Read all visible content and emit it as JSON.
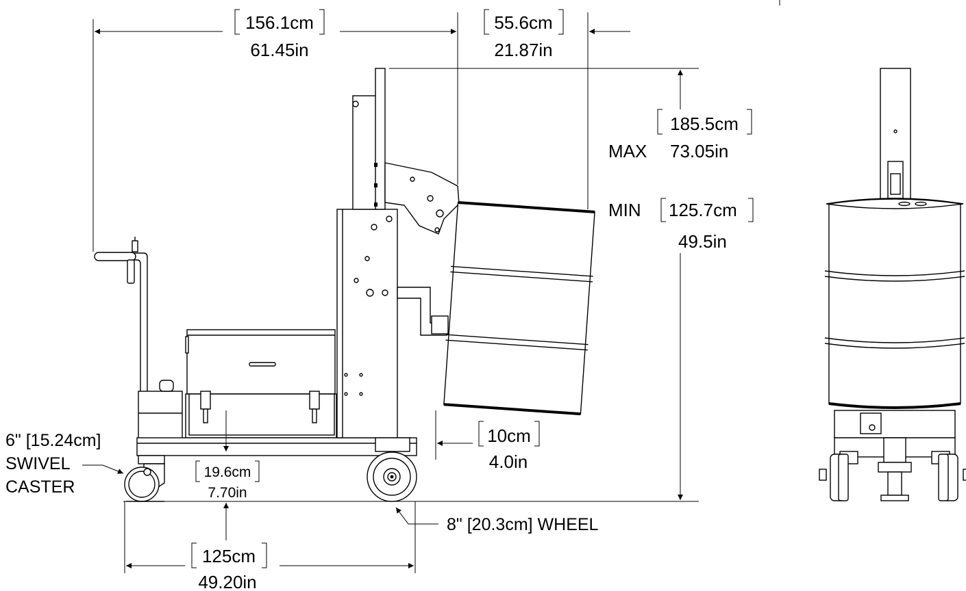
{
  "dimensions": {
    "overall_length": {
      "metric": "156.1cm",
      "imperial": "61.45in"
    },
    "drum_reach": {
      "metric": "55.6cm",
      "imperial": "21.87in"
    },
    "max_height": {
      "label": "MAX",
      "metric": "185.5cm",
      "imperial": "73.05in"
    },
    "min_height": {
      "label": "MIN",
      "metric": "125.7cm",
      "imperial": "49.5in"
    },
    "drum_clearance": {
      "metric": "10cm",
      "imperial": "4.0in"
    },
    "box_clearance": {
      "metric": "19.6cm",
      "imperial": "7.70in"
    },
    "wheelbase": {
      "metric": "125cm",
      "imperial": "49.20in"
    }
  },
  "callouts": {
    "caster": {
      "line1": "6\" [15.24cm]",
      "line2": "SWIVEL",
      "line3": "CASTER"
    },
    "wheel": "8\" [20.3cm] WHEEL"
  },
  "colors": {
    "ink": "#000000",
    "paper": "#ffffff"
  }
}
